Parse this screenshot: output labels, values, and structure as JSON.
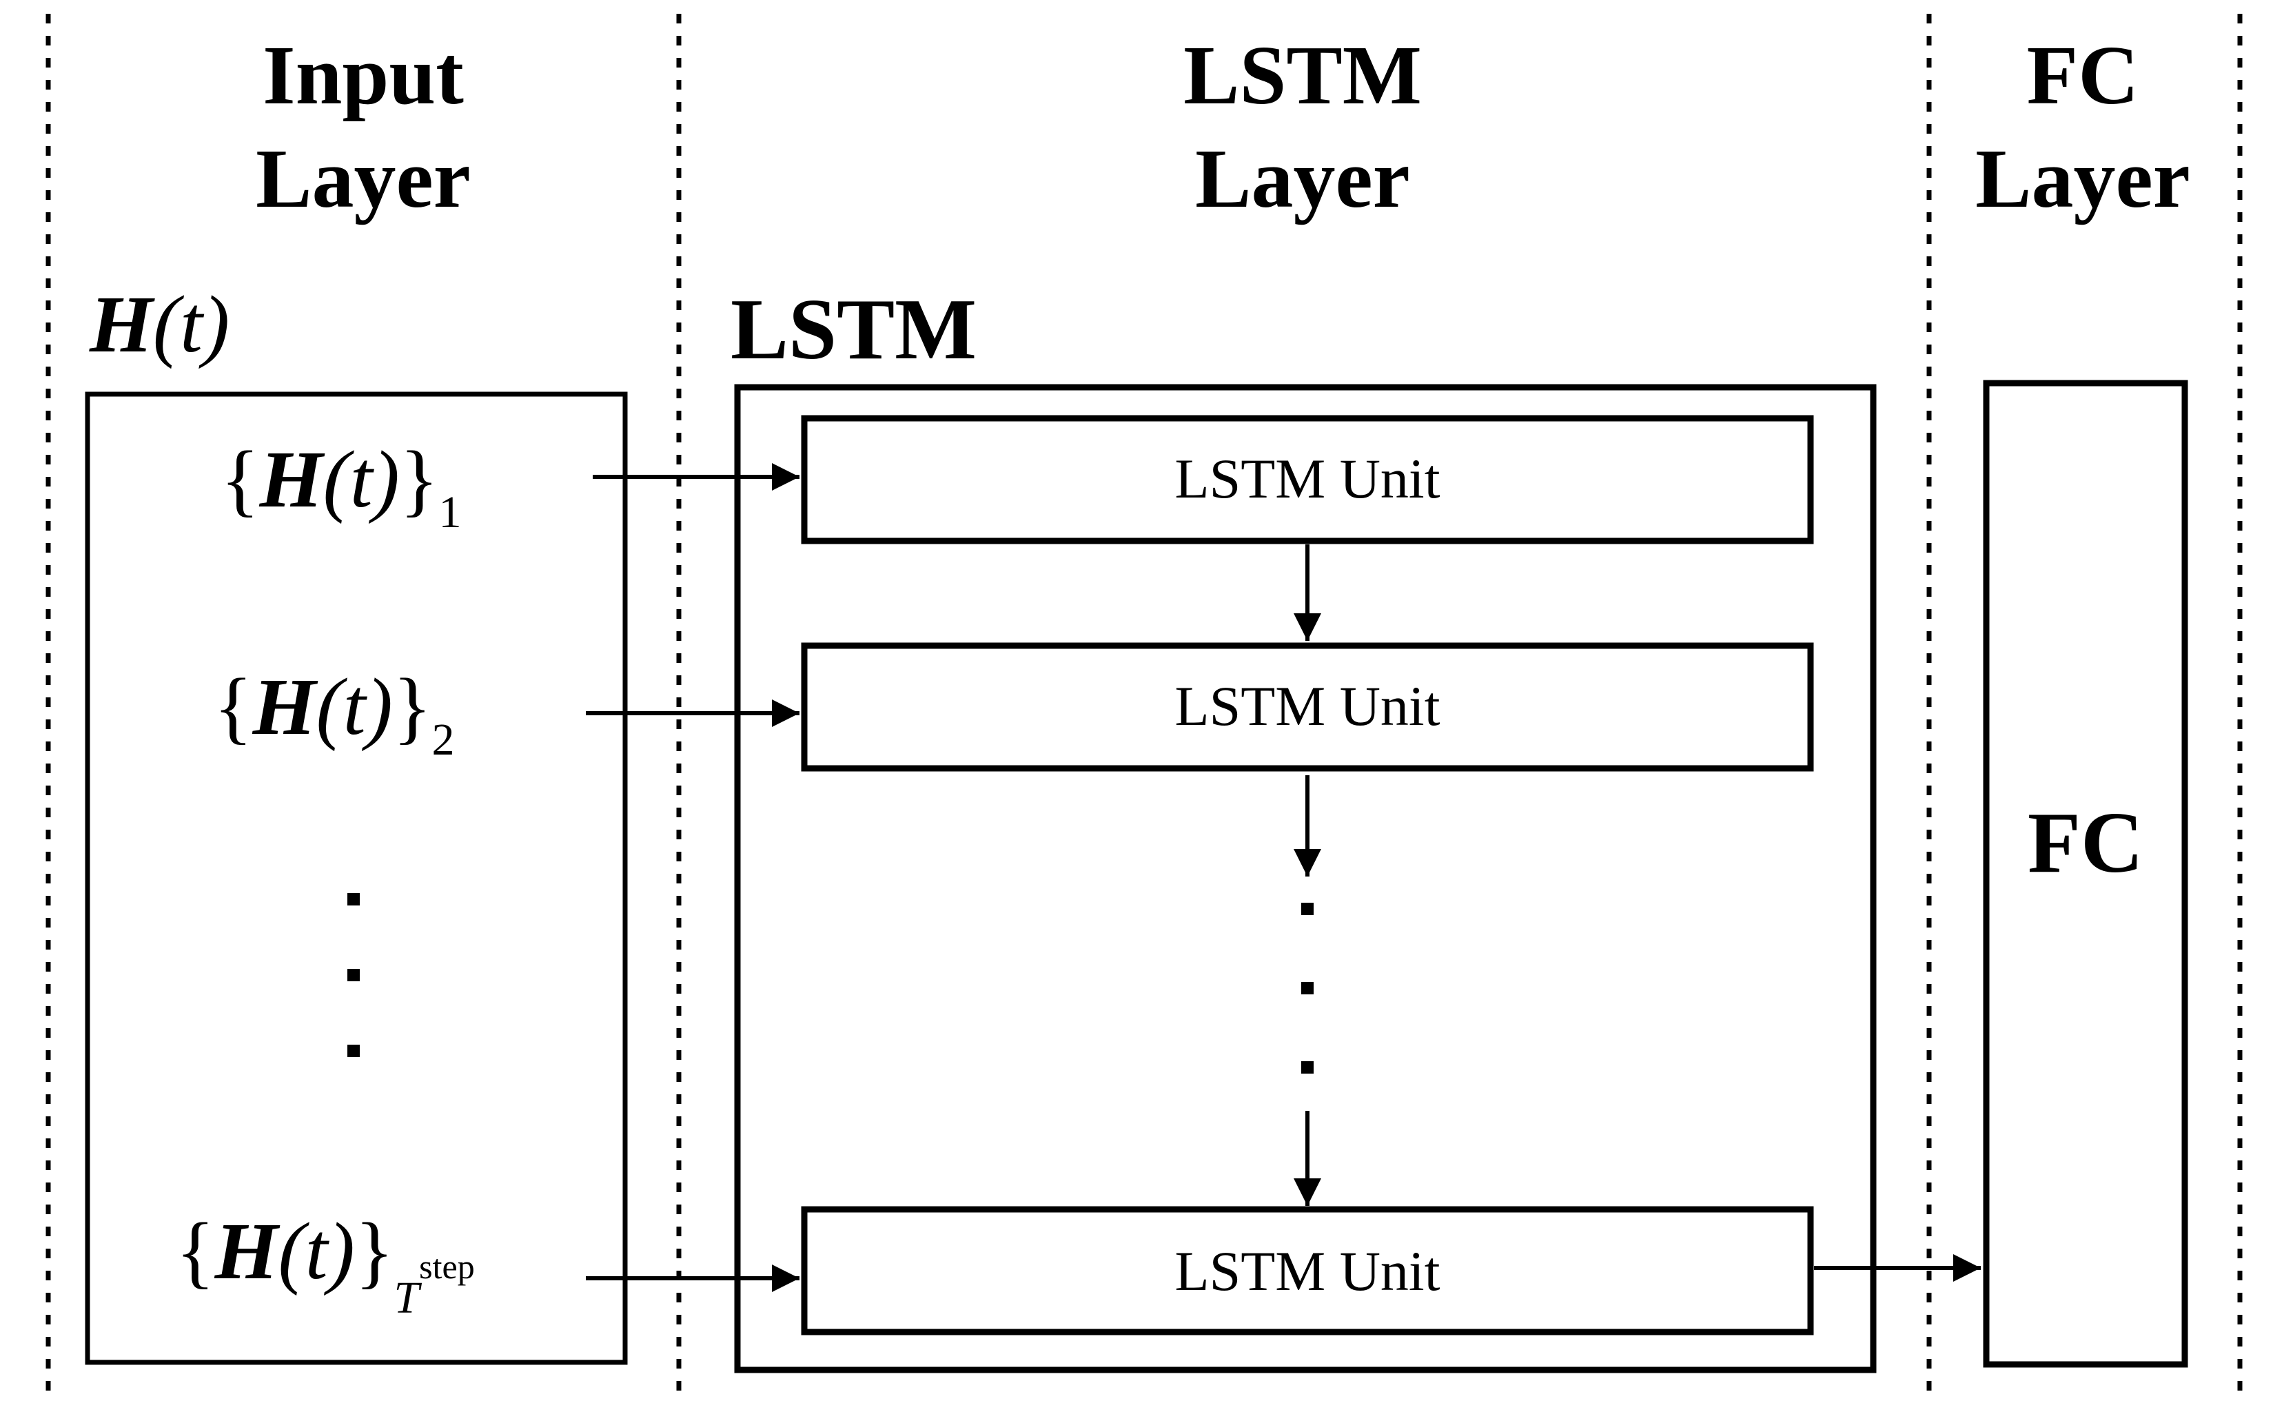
{
  "columns": {
    "input_header": [
      "Input",
      "Layer"
    ],
    "lstm_header": [
      "LSTM",
      "Layer"
    ],
    "fc_header": [
      "FC",
      "Layer"
    ]
  },
  "input_block": {
    "label_symbol": "H",
    "label_arg": "(t)",
    "entries": [
      {
        "brace_open": "{",
        "symbol": "H",
        "arg": "(t)",
        "brace_close": "}",
        "subscript": "1",
        "superscript": ""
      },
      {
        "brace_open": "{",
        "symbol": "H",
        "arg": "(t)",
        "brace_close": "}",
        "subscript": "2",
        "superscript": ""
      },
      {
        "brace_open": "{",
        "symbol": "H",
        "arg": "(t)",
        "brace_close": "}",
        "subscript": "T",
        "superscript": "step"
      }
    ]
  },
  "lstm_block": {
    "label": "LSTM",
    "units": [
      "LSTM Unit",
      "LSTM Unit",
      "LSTM Unit"
    ]
  },
  "fc_block": {
    "label": "FC"
  },
  "colors": {
    "stroke": "#000000",
    "background": "#ffffff"
  }
}
